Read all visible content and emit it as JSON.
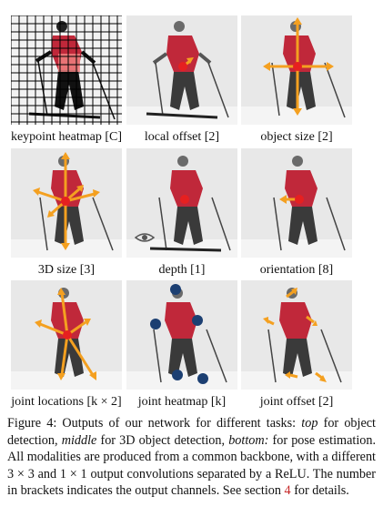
{
  "figure": {
    "panels": [
      {
        "name": "keypoint-heatmap",
        "label": "keypoint heatmap [C]"
      },
      {
        "name": "local-offset",
        "label": "local offset [2]"
      },
      {
        "name": "object-size",
        "label": "object size [2]"
      },
      {
        "name": "3d-size",
        "label": "3D size [3]"
      },
      {
        "name": "depth",
        "label": "depth [1]"
      },
      {
        "name": "orientation",
        "label": "orientation [8]"
      },
      {
        "name": "joint-locations",
        "label": "joint locations [k × 2]"
      },
      {
        "name": "joint-heatmap",
        "label": "joint heatmap [k]"
      },
      {
        "name": "joint-offset",
        "label": "joint offset [2]"
      }
    ],
    "caption": {
      "prefix": "Figure 4: Outputs of our network for different tasks: ",
      "top": "top",
      "text1": " for object detection, ",
      "middle": "middle",
      "text2": " for 3D object detection, ",
      "bottom": "bottom:",
      "text3": " for pose estimation. All modalities are produced from a common backbone, with a different 3 × 3 and 1 × 1 output convolutions separated by a ReLU. The number in brackets indicates the output channels. See section ",
      "section_ref": "4",
      "text4": " for details."
    },
    "colors": {
      "arrow": "#f4a020",
      "center_dot": "#e62020",
      "joint_dot": "#1c3f72",
      "jacket": "#c0283a",
      "pants": "#3a3a3a"
    }
  }
}
